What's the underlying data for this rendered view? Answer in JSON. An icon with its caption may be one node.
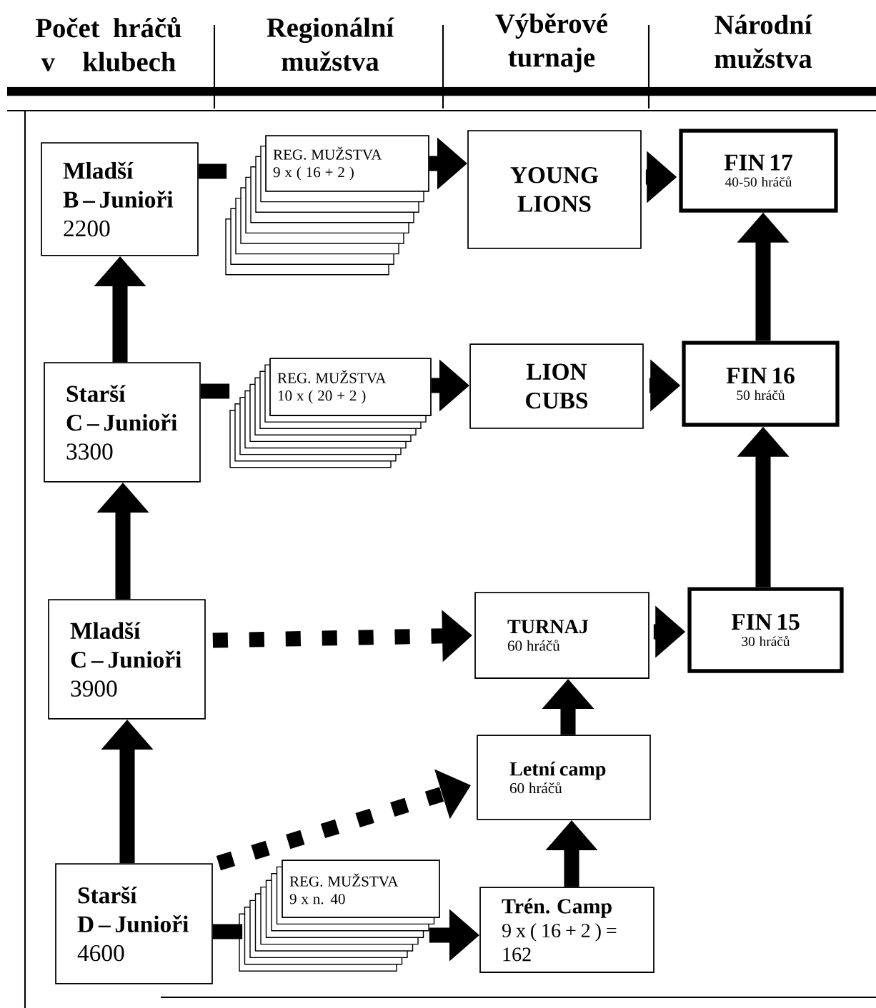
{
  "diagram": {
    "nodes": [
      {
        "text": [
          "Mladší B – Junioři",
          "2200"
        ]
      },
      {
        "text": [
          "REG. MUŽSTVA",
          "9 x ( 16 + 2 )"
        ]
      },
      {
        "text": [
          "YOUNG LIONS"
        ]
      },
      {
        "text": [
          "FIN 17",
          "40-50 hráčů"
        ]
      },
      {
        "text": [
          "Starší C – Junioři",
          "3300"
        ]
      },
      {
        "text": [
          "REG. MUŽSTVA",
          "10 x ( 20 + 2 )"
        ]
      },
      {
        "text": [
          "LION CUBS"
        ]
      },
      {
        "text": [
          "FIN 16",
          "50 hráčů"
        ]
      },
      {
        "text": [
          "Mladší C – Junioři",
          "3900"
        ]
      },
      {
        "text": [
          "TURNAJ",
          "60 hráčů"
        ]
      },
      {
        "text": [
          "FIN 15",
          "30 hráčů"
        ]
      },
      {
        "text": [
          "Letní camp",
          "60 hráčů"
        ]
      },
      {
        "text": [
          "Starší D – Junioři",
          "4600"
        ]
      },
      {
        "text": [
          "REG. MUŽSTVA",
          "9 x n. 40"
        ]
      },
      {
        "text": [
          "Trén. Camp",
          "9 x ( 16 + 2 ) = 162"
        ]
      }
    ],
    "edges": [
      {
        "from": 0,
        "to": 1,
        "arrow": "none"
      },
      {
        "from": 1,
        "to": 2,
        "arrow": "to"
      },
      {
        "from": 2,
        "to": 3,
        "arrow": "to"
      },
      {
        "from": 4,
        "to": 0,
        "arrow": "to"
      },
      {
        "from": 4,
        "to": 5,
        "arrow": "none"
      },
      {
        "from": 5,
        "to": 6,
        "arrow": "to"
      },
      {
        "from": 6,
        "to": 7,
        "arrow": "to"
      },
      {
        "from": 7,
        "to": 3,
        "arrow": "to"
      },
      {
        "from": 8,
        "to": 4,
        "arrow": "to"
      },
      {
        "from": 8,
        "to": 9,
        "arrow": "to",
        "style": "dashed"
      },
      {
        "from": 9,
        "to": 10,
        "arrow": "to"
      },
      {
        "from": 10,
        "to": 7,
        "arrow": "to"
      },
      {
        "from": 11,
        "to": 9,
        "arrow": "to"
      },
      {
        "from": 12,
        "to": 8,
        "arrow": "to"
      },
      {
        "from": 12,
        "to": 11,
        "arrow": "to",
        "style": "dashed"
      },
      {
        "from": 12,
        "to": 13,
        "arrow": "none"
      },
      {
        "from": 13,
        "to": 14,
        "arrow": "to"
      },
      {
        "from": 14,
        "to": 11,
        "arrow": "to"
      }
    ],
    "labels": [
      "Počet hráčů v klubech",
      "Regionální mužstva",
      "Výběrové turnaje",
      "Národní mužstva"
    ]
  }
}
